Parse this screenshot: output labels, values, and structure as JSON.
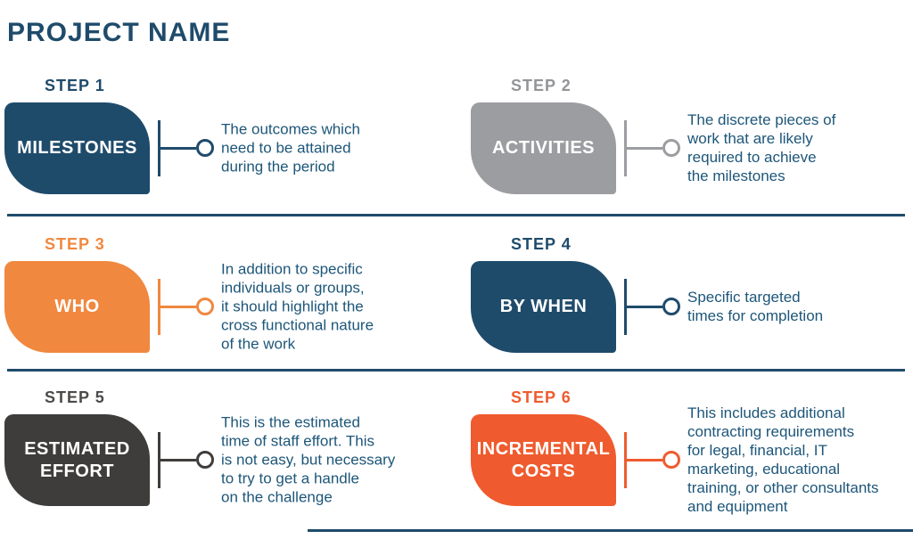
{
  "title": "PROJECT NAME",
  "theme": {
    "background": "#FFFFFF",
    "title_color": "#1F4B6B",
    "divider_color": "#1F4B6B",
    "description_color": "#1D5679",
    "shape_text_color": "#FFFFFF"
  },
  "steps": [
    {
      "label": "STEP 1",
      "name": "MILESTONES",
      "color": "#1F4B6B",
      "label_color": "#1F4B6B",
      "description": "The outcomes which\nneed to be attained\nduring the period"
    },
    {
      "label": "STEP 2",
      "name": "ACTIVITIES",
      "color": "#9B9DA0",
      "label_color": "#939598",
      "description": "The discrete pieces of\nwork that are likely\nrequired to achieve\nthe milestones"
    },
    {
      "label": "STEP 3",
      "name": "WHO",
      "color": "#F0883F",
      "label_color": "#F0883F",
      "description": "In addition to specific\nindividuals or groups,\nit should highlight the\ncross functional nature\nof the work"
    },
    {
      "label": "STEP 4",
      "name": "BY WHEN",
      "color": "#1F4B6B",
      "label_color": "#1F4B6B",
      "description": "Specific targeted\ntimes for completion"
    },
    {
      "label": "STEP 5",
      "name": "ESTIMATED\nEFFORT",
      "color": "#3F3D3B",
      "label_color": "#4D4B49",
      "description": "This is the estimated\ntime of staff effort. This\nis not easy, but necessary\nto try to get a handle\non the challenge"
    },
    {
      "label": "STEP 6",
      "name": "INCREMENTAL\nCOSTS",
      "color": "#EF5B2E",
      "label_color": "#EF5B2E",
      "description": "This includes additional\ncontracting requirements\nfor legal, financial, IT\nmarketing, educational\ntraining, or other consultants\nand equipment"
    }
  ]
}
